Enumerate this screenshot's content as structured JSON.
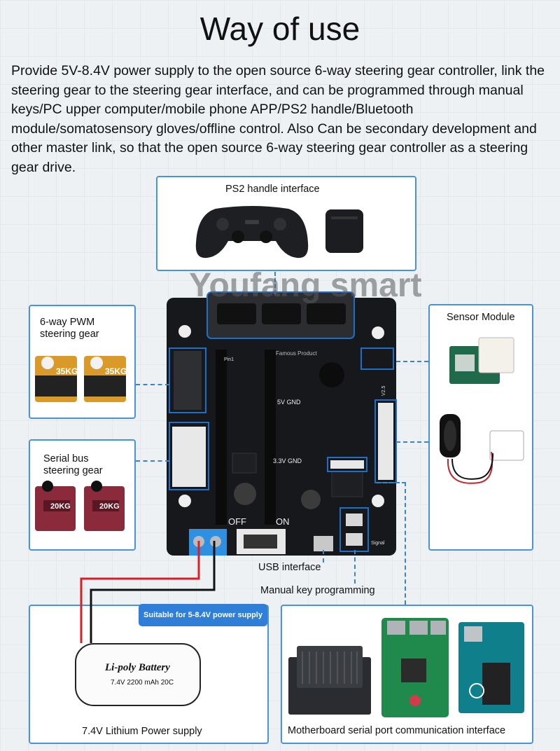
{
  "title": "Way of use",
  "intro": "Provide 5V-8.4V power supply to the open source 6-way steering gear controller, link the steering gear to the steering gear interface, and can be programmed through manual keys/PC upper computer/mobile phone APP/PS2 handle/Bluetooth module/somatosensory gloves/offline control. Also Can be secondary development and other master link, so that the open source 6-way steering gear controller as a steering gear drive.",
  "watermark": "Youfang smart",
  "panels": {
    "ps2": "PS2 handle interface",
    "pwm_line1": "6-way PWM",
    "pwm_line2": "steering gear",
    "serial_line1": "Serial bus",
    "serial_line2": "steering gear",
    "sensor": "Sensor Module",
    "power_badge": "Suitable for 5-8.4V power supply",
    "power_caption": "7.4V Lithium Power supply",
    "motherboard_caption": "Motherboard serial port communication interface"
  },
  "callouts": {
    "usb": "USB interface",
    "manual_key": "Manual key programming"
  },
  "board": {
    "brand": "Famous Product",
    "off": "OFF",
    "on": "ON",
    "v5": "5V GND",
    "v33": "3.3V GND",
    "signal": "Signal",
    "pin1": "Pin1",
    "ver": "V2.5"
  },
  "servo_label_pwm": "35KG",
  "servo_label_serial": "20KG",
  "battery": {
    "name": "Li-poly Battery",
    "spec": "7.4V 2200 mAh 20C"
  },
  "colors": {
    "panel_border": "#4a93d6",
    "pcb": "#16181b",
    "accent_blue": "#2f7fd9"
  }
}
